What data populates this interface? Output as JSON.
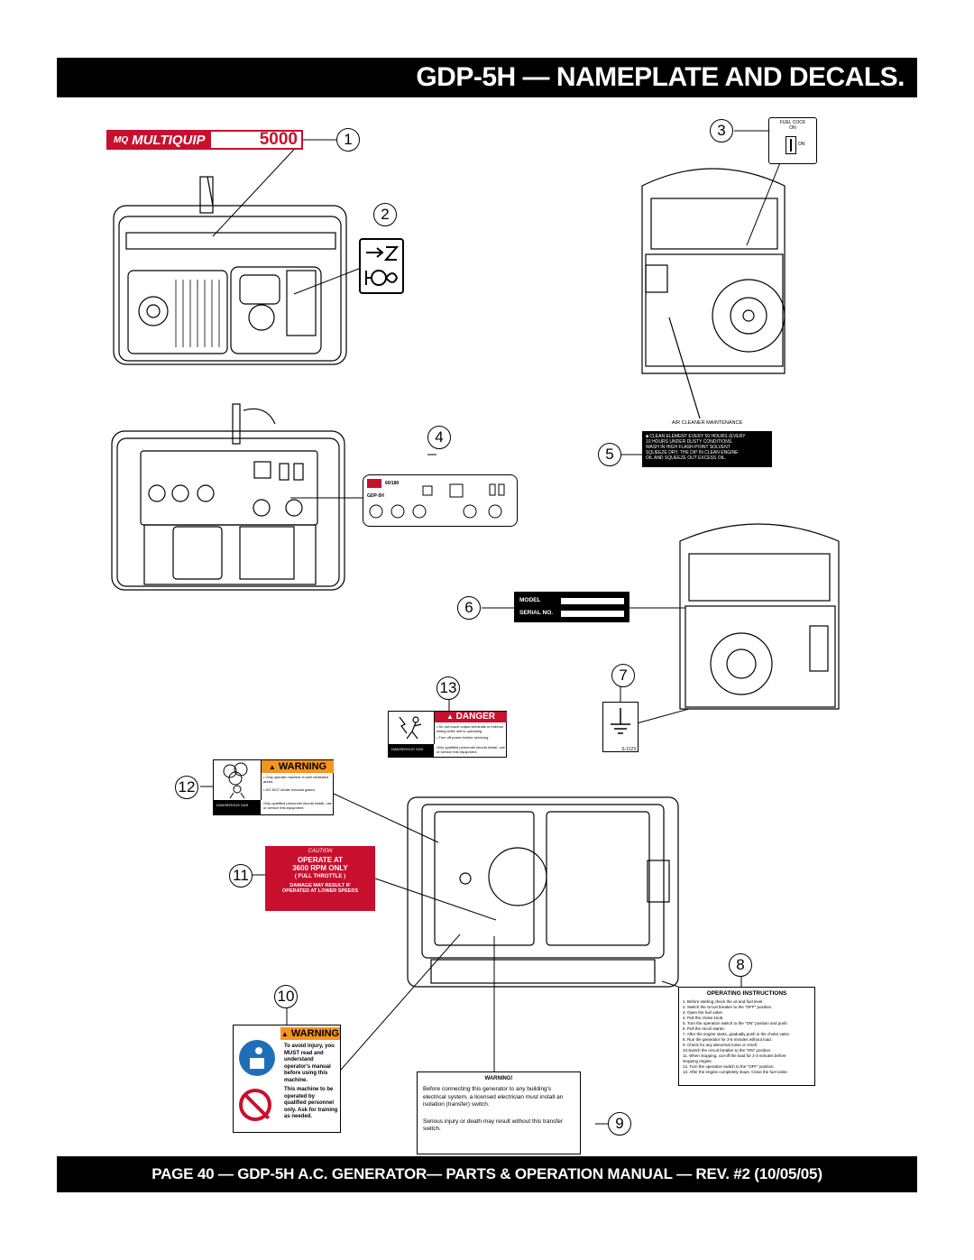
{
  "header": {
    "title": "GDP-5H — NAMEPLATE AND DECALS."
  },
  "footer": {
    "text": "PAGE 40 — GDP-5H A.C. GENERATOR— PARTS & OPERATION MANUAL — REV. #2 (10/05/05)"
  },
  "callouts": [
    "1",
    "2",
    "3",
    "4",
    "5",
    "6",
    "7",
    "8",
    "9",
    "10",
    "11",
    "12",
    "13"
  ],
  "decal_1": {
    "brand": "MULTIQUIP",
    "model": "5000",
    "logo_mark": "MQ"
  },
  "decal_3": {
    "title": "FUEL COCK",
    "on_label": "ON",
    "on_side": "ON"
  },
  "decal_4": {
    "model_label": "GDP-5H",
    "freq_label": "60/180"
  },
  "decal_5": {
    "title": "AIR CLEANER MAINTENANCE",
    "lines": [
      "■  CLEAN ELEMENT EVERY 50 HOURS (EVERY",
      "10 HOURS UNDER DUSTY CONDITIONS.",
      "WASH IN HIGH FLASH-POINT SOLVENT",
      "SQUEEZE DRY, THE DIP IN CLEAN ENGINE",
      "OIL AND SQUEEZE OUT EXCESS OIL."
    ]
  },
  "decal_6": {
    "model_label": "MODEL",
    "serial_label": "SERIAL NO."
  },
  "decal_7": {
    "code": "S-1123"
  },
  "decal_8": {
    "title": "OPERATING INSTRUCTIONS",
    "steps": [
      "1.  Before starting check the oil and fuel level.",
      "2.  Switch the circuit breaker to the \"OFF\" position.",
      "3.  Open the fuel valve.",
      "4.  Pull the choke knob.",
      "5.  Turn the operation switch to the \"ON\" position and push.",
      "6.  Pull the recoil starter.",
      "7.  After the engine starts, gradually push in the choke valve.",
      "8.  Run the generator for 3-5 minutes without load.",
      "9.  Check for any abnormal noise or smell.",
      "10.Switch the circuit breaker to the \"ON\" position.",
      "11. When stopping, cut-off the load for 2-3 minutes before",
      "      stopping engine.",
      "12. Turn the operation switch to the \"OFF\" position.",
      "13. After the engine completely stops. Close the fuel valve."
    ]
  },
  "decal_9": {
    "title": "WARNING!",
    "para1": "Before connecting this generator to any building's electrical system, a licensed electrician must install an isolation (transfer) switch.",
    "para2": "Serious injury or death may result without this transfer switch."
  },
  "decal_10": {
    "header": "WARNING",
    "text1": "To avoid injury, you MUST read and understand operator's manual before using this machine.",
    "text2": "This machine to be operated by qualified personnel only. Ask for training as needed."
  },
  "decal_11": {
    "caution": "CAUTION",
    "line1": "OPERATE AT",
    "line2": "3600 RPM ONLY",
    "line3": "( FULL THROTTLE )",
    "line4": "DAMAGE MAY RESULT IF",
    "line5": "OPERATED AT LOWER SPEEDS"
  },
  "decal_12": {
    "header": "WARNING",
    "bullet1": "• Only operate machine in well ventilated areas.",
    "bullet2": "• DO NOT inhale exhaust gases.",
    "left_label": "DANGEROUS GAS",
    "footer_text": "Only qualified personnel should install, use or service this equipment."
  },
  "decal_13": {
    "header": "DANGER",
    "bullet1": "• Do not touch output terminals or internal wiring while unit is operating.",
    "bullet2": "• Turn off power before servicing.",
    "left_label": "DANGEROUS GAS",
    "footer_text": "Only qualified personnel should install, use or service this equipment."
  },
  "colors": {
    "banner_bg": "#000000",
    "brand_red": "#c8102e",
    "warning_orange": "#f7941d",
    "caution_red": "#c8102e"
  }
}
